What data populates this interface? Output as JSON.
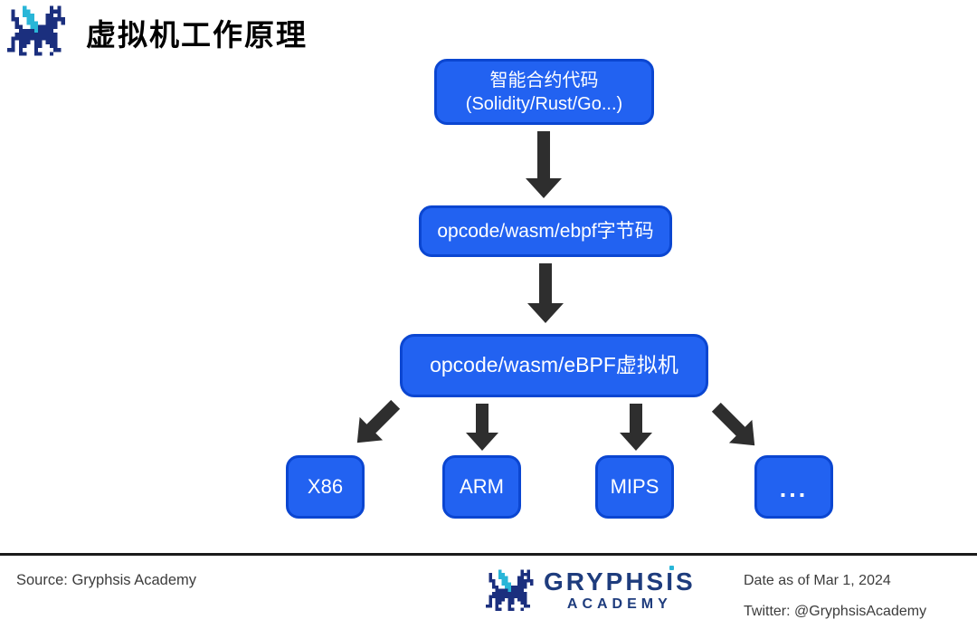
{
  "colors": {
    "box_fill": "#2262f1",
    "box_border": "#0b46d1",
    "box_text": "#ffffff",
    "arrow": "#2e2e2e",
    "brand_navy": "#1e3c7d",
    "brand_cyan": "#29b6d8",
    "footer_text": "#3c3c3c",
    "divider": "#1b1b1b"
  },
  "header": {
    "title": "虚拟机工作原理"
  },
  "flowchart": {
    "source_line1": "智能合约代码",
    "source_line2": "(Solidity/Rust/Go...)",
    "bytecode": "opcode/wasm/ebpf字节码",
    "vm": "opcode/wasm/eBPF虚拟机",
    "targets": [
      "X86",
      "ARM",
      "MIPS",
      "..."
    ]
  },
  "footer": {
    "source": "Source: Gryphsis Academy",
    "brand_name_parts": {
      "left": "GRYPHS",
      "i": "I",
      "right": "S"
    },
    "brand_sub": "ACADEMY",
    "date": "Date as of Mar 1, 2024",
    "twitter": "Twitter: @GryphsisAcademy"
  },
  "logo": {
    "name": "gryphsis-pixel-dragon",
    "palette": {
      "N": "#1b2f7e",
      "C": "#29b6d8",
      "W": "#ffffff"
    },
    "pixel_rows": [
      "....C......N.N..",
      ".N..CC.....NNN..",
      ".N..CCC...NNWN..",
      ".NN..CC...NNNNN.",
      "..N..CCC..NNN.N.",
      "..NN..CCNNNNN...",
      "...NNNNCNNNN....",
      "..NNNNNNNNNNN...",
      ".NNNNNNNNNNNN...",
      ".N.NNN.NN.NNN...",
      ".N.NN..NN..NN...",
      "NN.N...N....NN..",
      "...NN..NN..N...."
    ]
  }
}
